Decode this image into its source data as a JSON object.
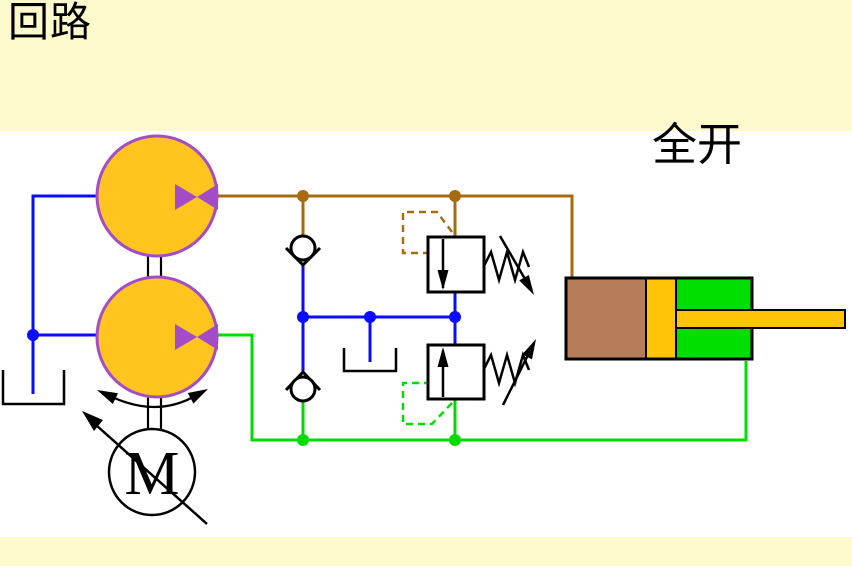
{
  "slide": {
    "title": "回路",
    "state_label": "全开"
  },
  "motor": {
    "label": "M"
  },
  "colors": {
    "band": "#FCFACD",
    "canvas": "#FFFFFF",
    "blue": "#0B0BFF",
    "brown": "#A86A0F",
    "green": "#00DC00",
    "pump-fill": "#FFC41E",
    "pump-stroke": "#A44CC8",
    "cyl-brown": "#B57D58",
    "cyl-green": "#00E000",
    "piston": "#FFC408"
  },
  "legend": {
    "component_icons": [
      "gear-pump-upper-icon",
      "gear-pump-lower-icon",
      "variable-speed-motor-icon",
      "check-valve-upper-icon",
      "check-valve-lower-icon",
      "adjustable-relief-valve-upper-icon",
      "adjustable-relief-valve-lower-icon",
      "oil-tank-left-icon",
      "oil-tank-middle-icon",
      "hydraulic-cylinder-icon"
    ]
  }
}
